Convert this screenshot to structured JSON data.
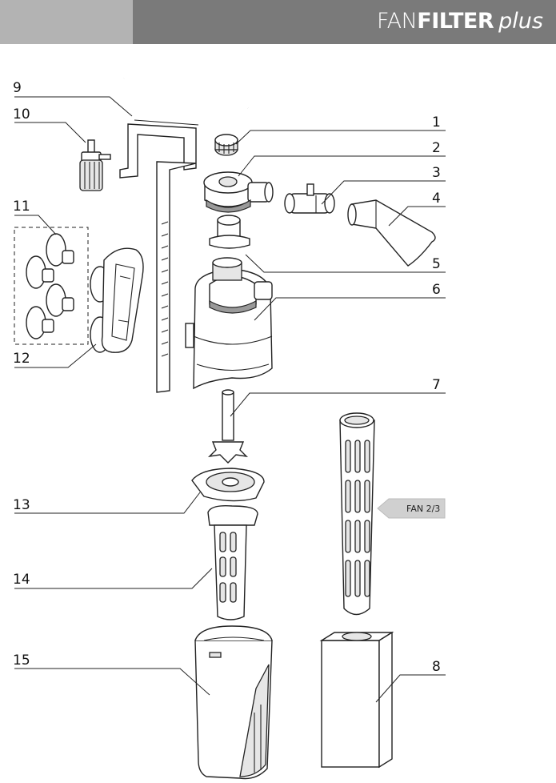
{
  "header": {
    "brand_fan": "FAN",
    "brand_filter": "FILTER",
    "brand_plus": "plus"
  },
  "diagram": {
    "labels": {
      "n1": "1",
      "n2": "2",
      "n3": "3",
      "n4": "4",
      "n5": "5",
      "n6": "6",
      "n7": "7",
      "n8": "8",
      "n9": "9",
      "n10": "10",
      "n11": "11",
      "n12": "12",
      "n13": "13",
      "n14": "14",
      "n15": "15"
    },
    "fan_tag": "FAN 2/3"
  }
}
